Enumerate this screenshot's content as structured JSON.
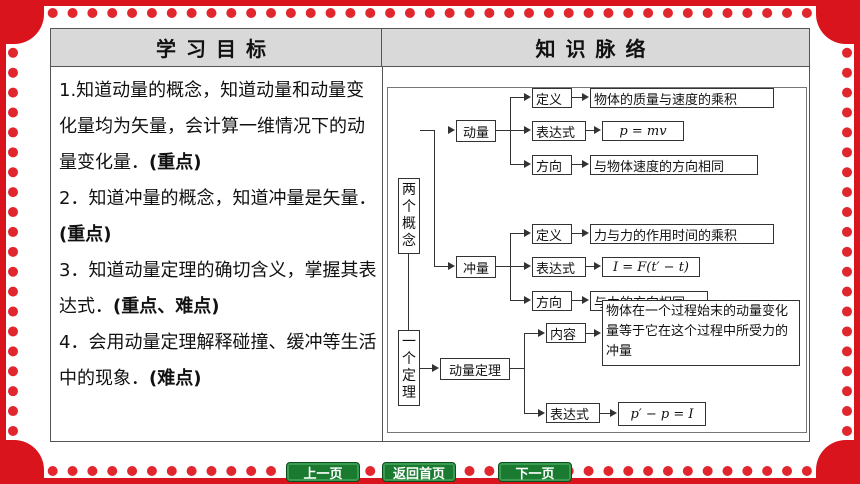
{
  "header": {
    "left": "学习目标",
    "right": "知识脉络"
  },
  "objectives": [
    {
      "text": "1.知道动量的概念，知道动量和动量变化量均为矢量，会计算一维情况下的动量变化量．",
      "tag": "(重点)"
    },
    {
      "text": "2．知道冲量的概念，知道冲量是矢量．",
      "tag": "(重点)"
    },
    {
      "text": "3．知道动量定理的确切含义，掌握其表达式．",
      "tag": "(重点、难点)"
    },
    {
      "text": "4．会用动量定理解释碰撞、缓冲等生活中的现象．",
      "tag": "(难点)"
    }
  ],
  "map": {
    "group1": [
      "两",
      "个",
      "概",
      "念"
    ],
    "group2": [
      "一",
      "个",
      "定",
      "理"
    ],
    "momentum": "动量",
    "impulse": "冲量",
    "theorem": "动量定理",
    "def_label": "定义",
    "expr_label": "表达式",
    "dir_label": "方向",
    "content_label": "内容",
    "momentum_def": "物体的质量与速度的乘积",
    "momentum_expr": "p = mv",
    "momentum_dir": "与物体速度的方向相同",
    "impulse_def": "力与力的作用时间的乘积",
    "impulse_expr": "I = F(t′ − t)",
    "impulse_dir": "与力的方向相同",
    "theorem_content": "物体在一个过程始末的动量变化量等于它在这个过程中所受力的冲量",
    "theorem_expr": "p′ − p = I"
  },
  "nav": {
    "prev": "上一页",
    "home": "返回首页",
    "next": "下一页"
  },
  "colors": {
    "frame": "#d9141c",
    "header_bg": "#d9d9d9",
    "nav_bg": "#1a7a30"
  }
}
